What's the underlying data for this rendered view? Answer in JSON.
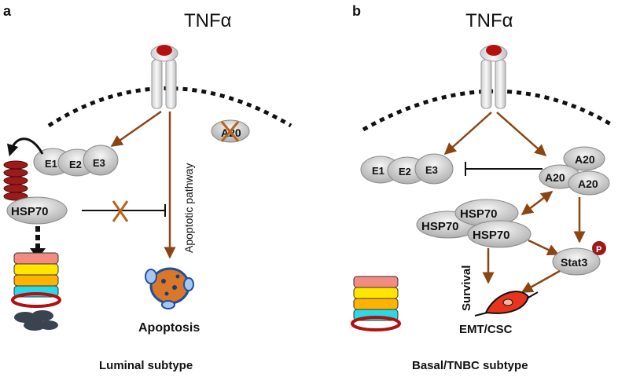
{
  "panel_a": {
    "letter": "a",
    "ligand": "TNFα",
    "e1": "E1",
    "e2": "E2",
    "e3": "E3",
    "hsp70": "HSP70",
    "a20": "A20",
    "pathway": "Apoptotic   pathway",
    "apoptosis": "Apoptosis",
    "caption": "Luminal subtype"
  },
  "panel_b": {
    "letter": "b",
    "ligand": "TNFα",
    "e1": "E1",
    "e2": "E2",
    "e3": "E3",
    "a20_top": "A20",
    "a20_mid": "A20",
    "a20_right": "A20",
    "hsp70_top": "HSP70",
    "hsp70_left": "HSP70",
    "hsp70_right": "HSP70",
    "stat3": "Stat3",
    "phospho": "P",
    "survival": "Survival",
    "emt": "EMT/CSC",
    "caption": "Basal/TNBC subtype"
  },
  "colors": {
    "arrow": "#8B4513",
    "membrane": "#111111",
    "receptor_cap": "#b50f0f",
    "oval_fill": "#d9d9d9",
    "ubiquitin": "#9b1b1b",
    "cell": "#e8341c"
  }
}
